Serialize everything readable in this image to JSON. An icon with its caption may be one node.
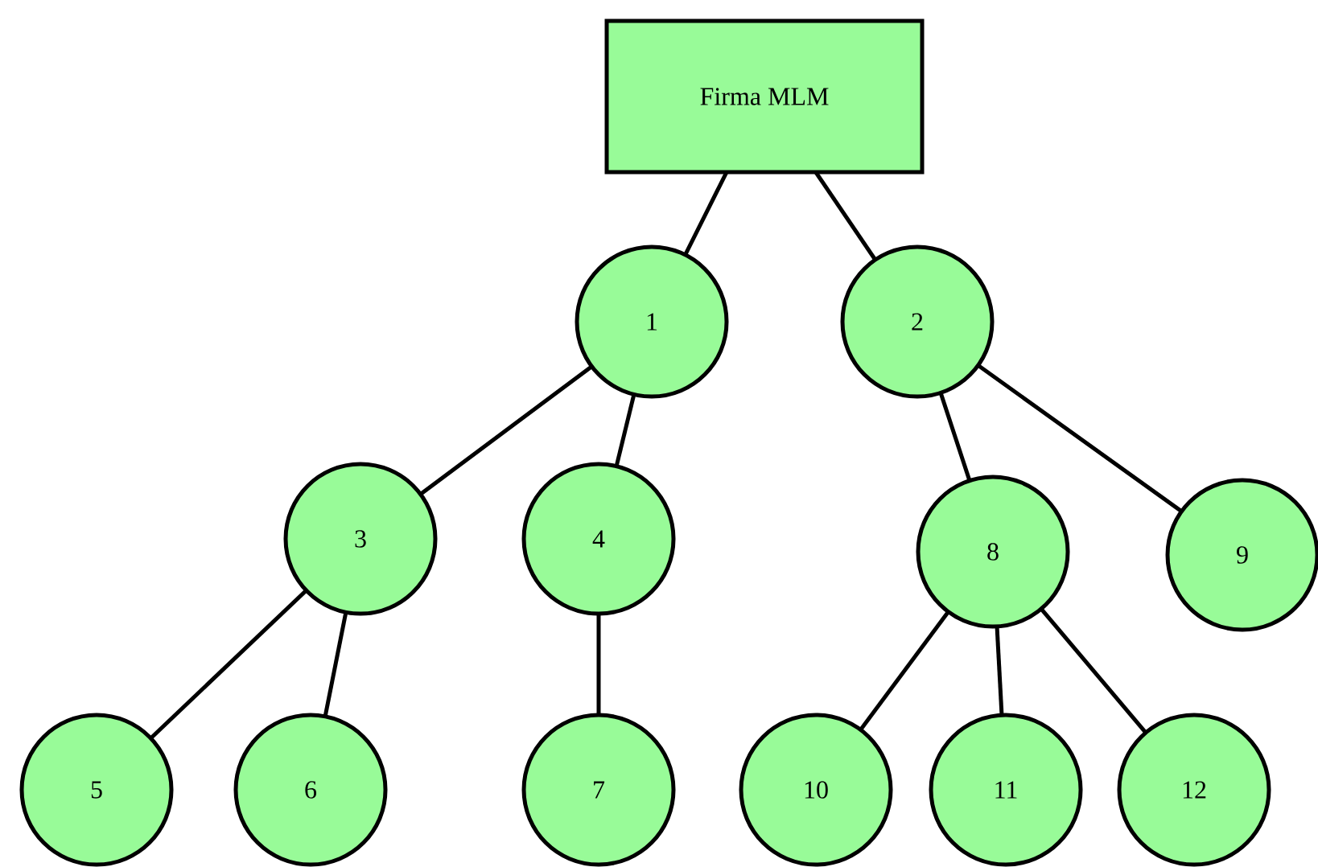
{
  "diagram": {
    "nodes": [
      {
        "text": [
          "Firma MLM"
        ]
      },
      {
        "text": [
          "1"
        ]
      },
      {
        "text": [
          "2"
        ]
      },
      {
        "text": [
          "3"
        ]
      },
      {
        "text": [
          "4"
        ]
      },
      {
        "text": [
          "8"
        ]
      },
      {
        "text": [
          "9"
        ]
      },
      {
        "text": [
          "5"
        ]
      },
      {
        "text": [
          "6"
        ]
      },
      {
        "text": [
          "7"
        ]
      },
      {
        "text": [
          "10"
        ]
      },
      {
        "text": [
          "11"
        ]
      },
      {
        "text": [
          "12"
        ]
      }
    ],
    "edges": [
      {
        "from": 0,
        "to": 1,
        "arrow": "none"
      },
      {
        "from": 0,
        "to": 2,
        "arrow": "none"
      },
      {
        "from": 1,
        "to": 3,
        "arrow": "none"
      },
      {
        "from": 1,
        "to": 4,
        "arrow": "none"
      },
      {
        "from": 2,
        "to": 5,
        "arrow": "none"
      },
      {
        "from": 2,
        "to": 6,
        "arrow": "none"
      },
      {
        "from": 3,
        "to": 7,
        "arrow": "none"
      },
      {
        "from": 3,
        "to": 8,
        "arrow": "none"
      },
      {
        "from": 4,
        "to": 9,
        "arrow": "none"
      },
      {
        "from": 5,
        "to": 10,
        "arrow": "none"
      },
      {
        "from": 5,
        "to": 11,
        "arrow": "none"
      },
      {
        "from": 5,
        "to": 12,
        "arrow": "none"
      }
    ]
  }
}
